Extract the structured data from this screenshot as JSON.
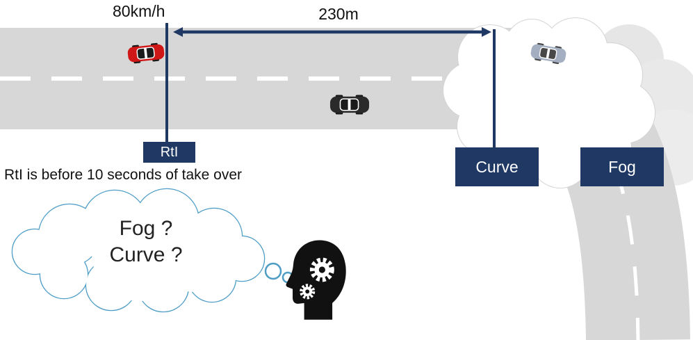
{
  "scene": {
    "speed_label": "80km/h",
    "distance_label": "230m",
    "rti_label": "RtI",
    "caption": "RtI is before 10 seconds of take over",
    "curve_label": "Curve",
    "fog_label": "Fog"
  },
  "thought": {
    "line1": "Fog ?",
    "line2": "Curve ?"
  },
  "colors": {
    "navy": "#1f3864",
    "road": "#d7d7d7",
    "lane_marking": "#ffffff",
    "cloud_outline": "#4e9dc6",
    "fog_edge": "#d4d4d4",
    "red_car": "#d01717",
    "lead_car": "#2a2a2a",
    "fog_car": "#8e9db4",
    "head": "#111111"
  },
  "icons": {
    "red_car": "red-car-icon",
    "lead_car": "lead-car-icon",
    "fog_car": "fog-car-icon",
    "thought_cloud": "thought-cloud",
    "head_gears": "head-gears-icon"
  }
}
